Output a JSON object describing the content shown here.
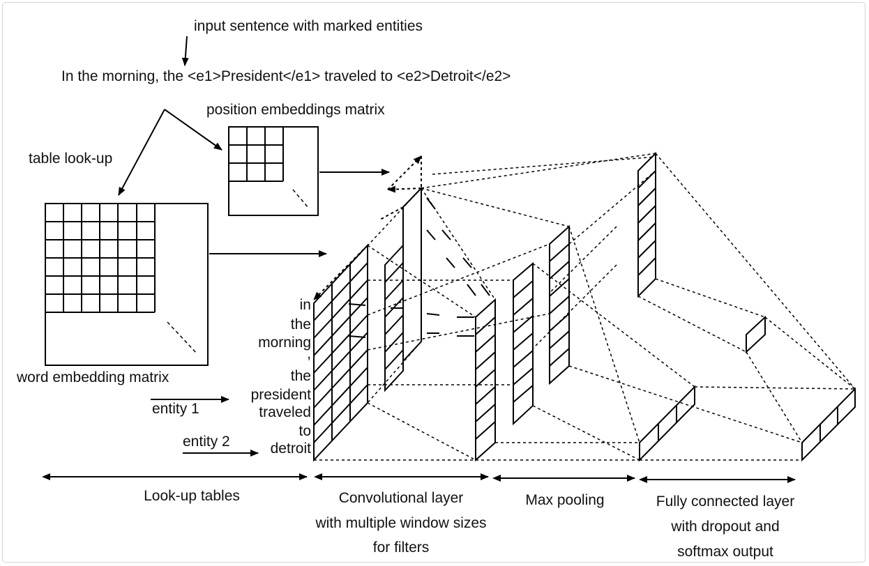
{
  "top": {
    "input_caption": "input sentence with marked entities",
    "sentence": "In the morning, the <e1>President</e1> traveled to <e2>Detroit</e2>"
  },
  "matrices": {
    "position_title": "position embeddings matrix",
    "table_lookup": "table look-up",
    "word_title": "word embedding matrix"
  },
  "entities": {
    "entity1": "entity 1",
    "entity2": "entity 2"
  },
  "tokens": [
    "in",
    "the",
    "morning",
    ",",
    "the",
    "president",
    "traveled",
    "to",
    "detroit"
  ],
  "sections": {
    "lookup": "Look-up tables",
    "conv": [
      "Convolutional layer",
      "with multiple window sizes",
      "for filters"
    ],
    "maxpool": "Max pooling",
    "fc": [
      "Fully connected layer",
      "with dropout and",
      "softmax output"
    ]
  }
}
